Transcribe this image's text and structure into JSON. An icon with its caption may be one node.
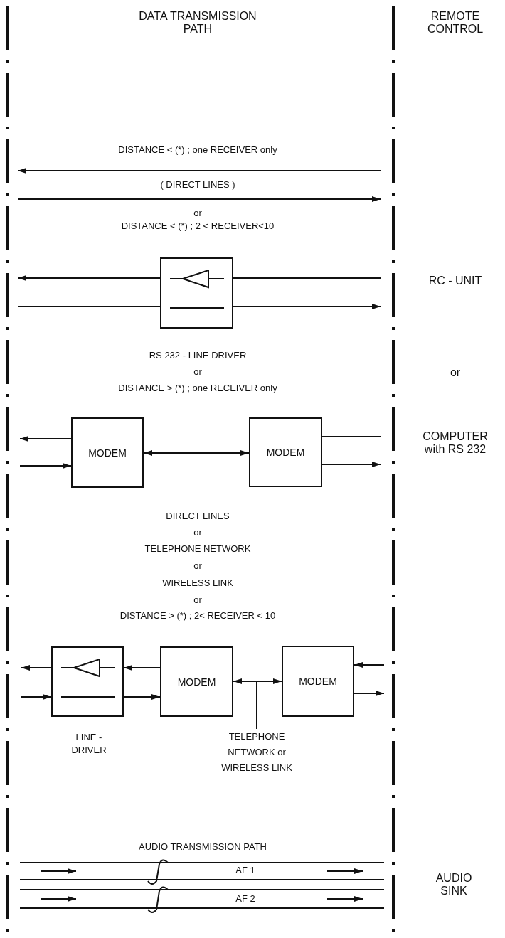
{
  "diagram": {
    "nodes": [
      {
        "text": [],
        "shape": "box"
      },
      {
        "text": [
          "MODEM"
        ]
      },
      {
        "text": [
          "MODEM"
        ]
      },
      {
        "text": [],
        "shape": "box",
        "beside": [
          "LINE - DRIVER"
        ]
      },
      {
        "text": [
          "MODEM"
        ]
      },
      {
        "text": [
          "MODEM"
        ]
      },
      {
        "text": [
          "TELEPHONE NETWORK or WIRELESS LINK"
        ]
      }
    ],
    "edges": [
      {
        "from": 0,
        "to": null,
        "arrow": "to"
      },
      {
        "from": null,
        "to": 0,
        "arrow": "none"
      },
      {
        "from": null,
        "to": 0,
        "arrow": "none"
      },
      {
        "from": 0,
        "to": null,
        "arrow": "to"
      },
      {
        "from": 1,
        "to": null,
        "arrow": "to"
      },
      {
        "from": null,
        "to": 1,
        "arrow": "to"
      },
      {
        "from": 1,
        "to": 2,
        "arrow": "both"
      },
      {
        "from": null,
        "to": 2,
        "arrow": "none"
      },
      {
        "from": 2,
        "to": null,
        "arrow": "to"
      },
      {
        "from": 3,
        "to": null,
        "arrow": "to"
      },
      {
        "from": null,
        "to": 3,
        "arrow": "to"
      },
      {
        "from": 4,
        "to": 3,
        "arrow": "to"
      },
      {
        "from": 3,
        "to": 4,
        "arrow": "to"
      },
      {
        "from": 4,
        "to": 5,
        "arrow": "both"
      },
      {
        "from": null,
        "to": 5,
        "arrow": "to"
      },
      {
        "from": 5,
        "to": null,
        "arrow": "to"
      },
      {
        "from": 6,
        "to": null,
        "arrow": "none"
      }
    ],
    "labels": [
      "DATA TRANSMISSION PATH",
      "REMOTE CONTROL",
      "DISTANCE < (*) ; one RECEIVER only",
      "( DIRECT LINES )",
      "or",
      "DISTANCE < (*) ; 2 < RECEIVER<10",
      "RC - UNIT",
      "RS 232 - LINE DRIVER",
      "or",
      "DISTANCE > (*) ; one RECEIVER only",
      "or",
      "COMPUTER with RS 232",
      "DIRECT LINES",
      "or",
      "TELEPHONE NETWORK",
      "or",
      "WIRELESS LINK",
      "or",
      "DISTANCE > (*) ; 2< RECEIVER < 10",
      "AUDIO TRANSMISSION PATH",
      "AF 1",
      "AF 2",
      "AUDIO SINK"
    ]
  }
}
